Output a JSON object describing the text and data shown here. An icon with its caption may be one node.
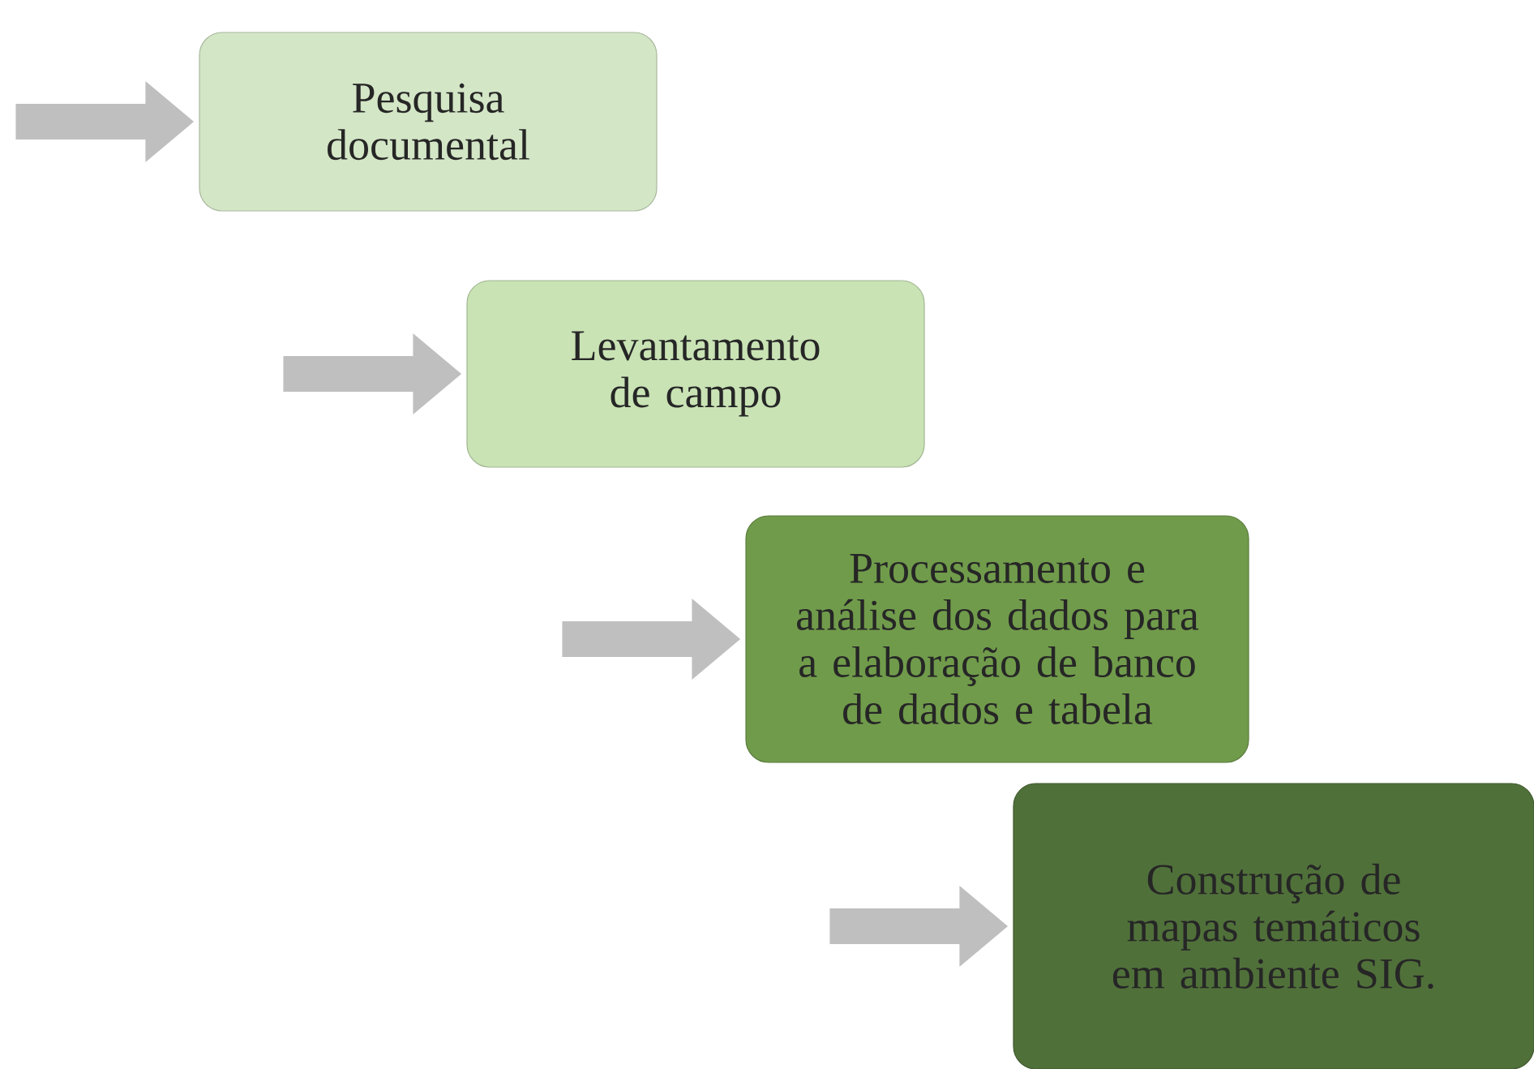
{
  "diagram": {
    "nodes": [
      {
        "text": [
          "Pesquisa documental"
        ]
      },
      {
        "text": [
          "Levantamento de campo"
        ]
      },
      {
        "text": [
          "Processamento e análise dos dados para a elaboração de banco de dados e tabela"
        ]
      },
      {
        "text": [
          "Construção de mapas temáticos em ambiente SIG."
        ]
      }
    ],
    "edges": [
      {
        "from": null,
        "to": 0,
        "arrow": "to"
      },
      {
        "from": null,
        "to": 1,
        "arrow": "to"
      },
      {
        "from": null,
        "to": 2,
        "arrow": "to"
      },
      {
        "from": null,
        "to": 3,
        "arrow": "to"
      }
    ]
  }
}
